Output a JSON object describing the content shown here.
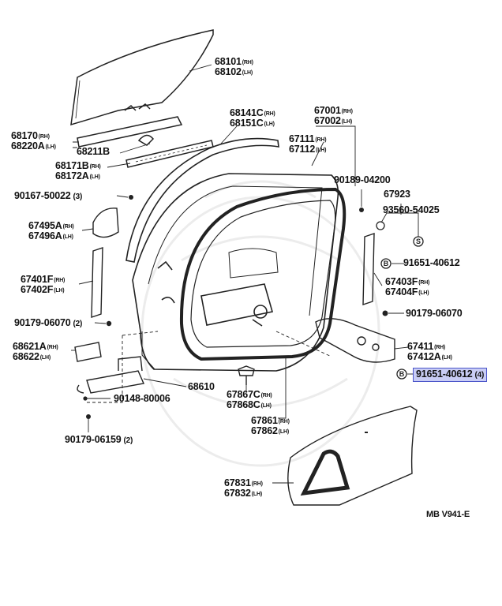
{
  "diagram": {
    "reference_code": "MB V941-E",
    "highlighted_part": "91651-40612",
    "labels": [
      {
        "id": "l68101",
        "part": "68101",
        "suffix": "(RH)"
      },
      {
        "id": "l68102",
        "part": "68102",
        "suffix": "(LH)"
      },
      {
        "id": "l68170",
        "part": "68170",
        "suffix": "(RH)"
      },
      {
        "id": "l68220A",
        "part": "68220A",
        "suffix": "(LH)"
      },
      {
        "id": "l68211B",
        "part": "68211B",
        "suffix": ""
      },
      {
        "id": "l68171B",
        "part": "68171B",
        "suffix": "(RH)"
      },
      {
        "id": "l68172A",
        "part": "68172A",
        "suffix": "(LH)"
      },
      {
        "id": "l68141C",
        "part": "68141C",
        "suffix": "(RH)"
      },
      {
        "id": "l68151C",
        "part": "68151C",
        "suffix": "(LH)"
      },
      {
        "id": "l67001",
        "part": "67001",
        "suffix": "(RH)"
      },
      {
        "id": "l67002",
        "part": "67002",
        "suffix": "(LH)"
      },
      {
        "id": "l67111",
        "part": "67111",
        "suffix": "(RH)"
      },
      {
        "id": "l67112",
        "part": "67112",
        "suffix": "(LH)"
      },
      {
        "id": "l90167",
        "part": "90167-50022",
        "suffix": "",
        "qty": "(3)"
      },
      {
        "id": "l90189",
        "part": "90189-04200",
        "suffix": ""
      },
      {
        "id": "l67923",
        "part": "67923",
        "suffix": ""
      },
      {
        "id": "l93560",
        "part": "93560-54025",
        "suffix": ""
      },
      {
        "id": "l67495A",
        "part": "67495A",
        "suffix": "(RH)"
      },
      {
        "id": "l67496A",
        "part": "67496A",
        "suffix": "(LH)"
      },
      {
        "id": "l91651a",
        "part": "91651-40612",
        "suffix": ""
      },
      {
        "id": "l67401F",
        "part": "67401F",
        "suffix": "(RH)"
      },
      {
        "id": "l67402F",
        "part": "67402F",
        "suffix": "(LH)"
      },
      {
        "id": "l67403F",
        "part": "67403F",
        "suffix": "(RH)"
      },
      {
        "id": "l67404F",
        "part": "67404F",
        "suffix": "(LH)"
      },
      {
        "id": "l90179a",
        "part": "90179-06070",
        "suffix": "",
        "qty": "(2)"
      },
      {
        "id": "l90179b",
        "part": "90179-06070",
        "suffix": ""
      },
      {
        "id": "l67411",
        "part": "67411",
        "suffix": "(RH)"
      },
      {
        "id": "l67412A",
        "part": "67412A",
        "suffix": "(LH)"
      },
      {
        "id": "l68621A",
        "part": "68621A",
        "suffix": "(RH)"
      },
      {
        "id": "l68622",
        "part": "68622",
        "suffix": "(LH)"
      },
      {
        "id": "l91651b",
        "part": "91651-40612",
        "suffix": "",
        "qty": "(4)"
      },
      {
        "id": "l68610",
        "part": "68610",
        "suffix": ""
      },
      {
        "id": "l90148",
        "part": "90148-80006",
        "suffix": ""
      },
      {
        "id": "l67867C",
        "part": "67867C",
        "suffix": "(RH)"
      },
      {
        "id": "l67868C",
        "part": "67868C",
        "suffix": "(LH)"
      },
      {
        "id": "l67861",
        "part": "67861",
        "suffix": "(RH)"
      },
      {
        "id": "l67862",
        "part": "67862",
        "suffix": "(LH)"
      },
      {
        "id": "l90179c",
        "part": "90179-06159",
        "suffix": "",
        "qty": "(2)"
      },
      {
        "id": "l67831",
        "part": "67831",
        "suffix": "(RH)"
      },
      {
        "id": "l67832",
        "part": "67832",
        "suffix": "(LH)"
      }
    ],
    "callout_symbols": [
      "B",
      "S",
      "B",
      "B"
    ]
  }
}
